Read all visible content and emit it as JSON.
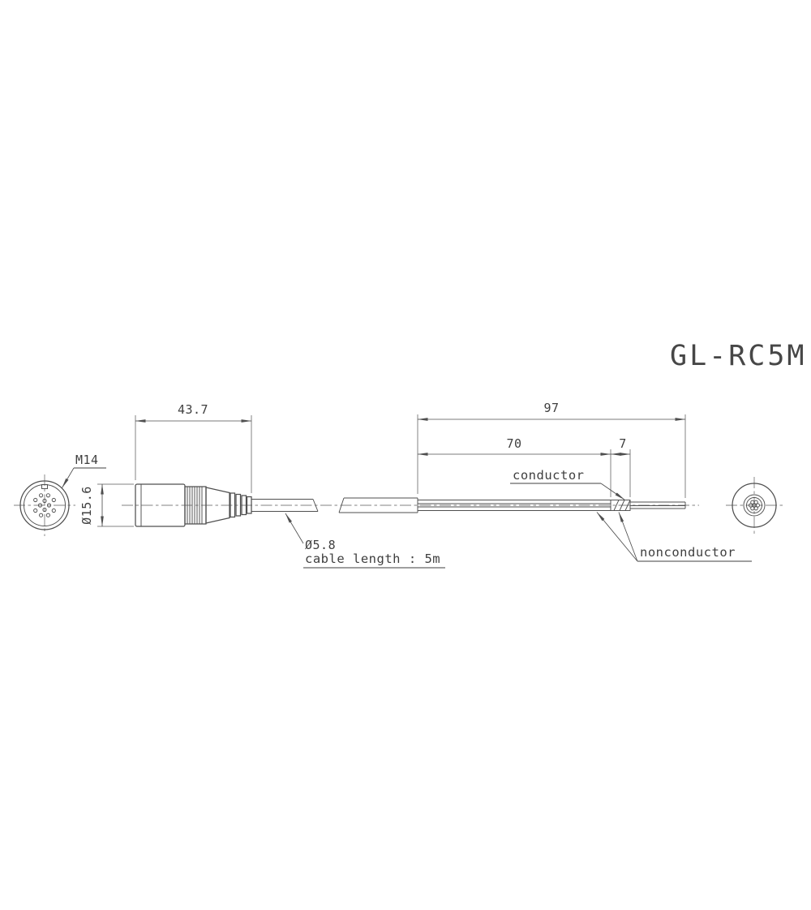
{
  "title": "GL-RC5M",
  "front_view": {
    "thread_label": "M14",
    "diameter": "Ø15.6"
  },
  "side_view": {
    "length_dim": "43.7",
    "cable_diameter": "Ø5.8",
    "cable_length_note": "cable length : 5m"
  },
  "strip_end": {
    "total_dim": "97",
    "insulated_dim": "70",
    "tip_dim": "7",
    "conductor_label": "conductor",
    "nonconductor_label": "nonconductor"
  },
  "colors": {
    "line": "#4f4f4f",
    "text": "#3f3f3f",
    "background": "#ffffff"
  }
}
